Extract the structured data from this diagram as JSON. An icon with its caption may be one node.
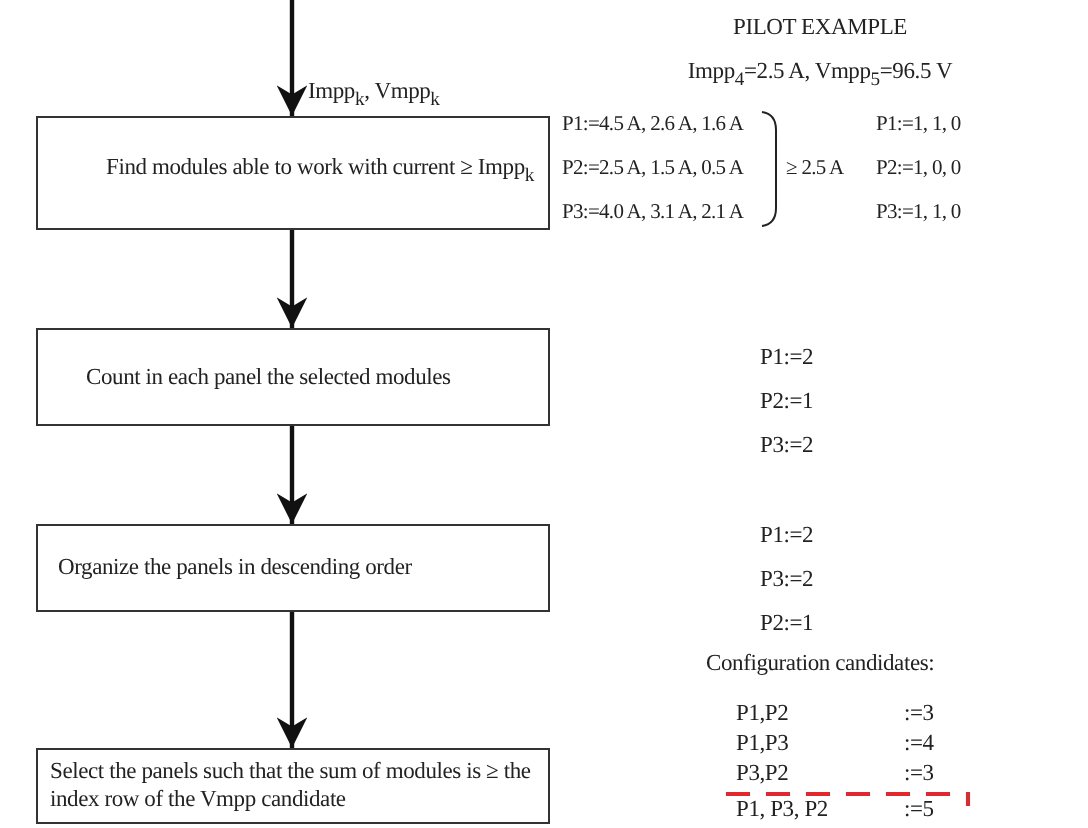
{
  "diagram": {
    "nodes": [
      {
        "text": [
          "Find modules able to work with current ≥ Impp$_{k}$"
        ]
      },
      {
        "text": [
          "Count in each panel the selected modules"
        ]
      },
      {
        "text": [
          "Organize the panels in descending order"
        ]
      },
      {
        "text": [
          "Select the panels such that the sum of modules is ≥ the index row of the Vmpp candidate"
        ]
      },
      {
        "text": [
          "P1, P3, P2",
          ":=5"
        ]
      }
    ],
    "edges": [
      {
        "from": null,
        "to": 0,
        "arrow": "to",
        "label": "Impp$_{k}$, Vmpp$_{k}$"
      },
      {
        "from": 0,
        "to": 1,
        "arrow": "to"
      },
      {
        "from": 1,
        "to": 2,
        "arrow": "to"
      },
      {
        "from": 2,
        "to": 3,
        "arrow": "to"
      }
    ],
    "labels": [
      "PILOT EXAMPLE",
      "Impp$_{4}$=2.5 A, Vmpp$_{5}$=96.5 V",
      "P1:=4.5 A, 2.6 A, 1.6 A",
      "P1:=1, 1, 0",
      "P2:=2.5 A, 1.5 A, 0.5 A",
      "≥ 2.5 A",
      "P2:=1, 0, 0",
      "P3:=4.0 A, 3.1 A, 2.1 A",
      "P3:=1, 1, 0",
      "P1:=2",
      "P2:=1",
      "P3:=2",
      "P1:=2",
      "P3:=2",
      "P2:=1",
      "Configuration candidates:",
      "P1,P2",
      ":=3",
      "P1,P3",
      ":=4",
      "P3,P2",
      ":=3"
    ]
  }
}
